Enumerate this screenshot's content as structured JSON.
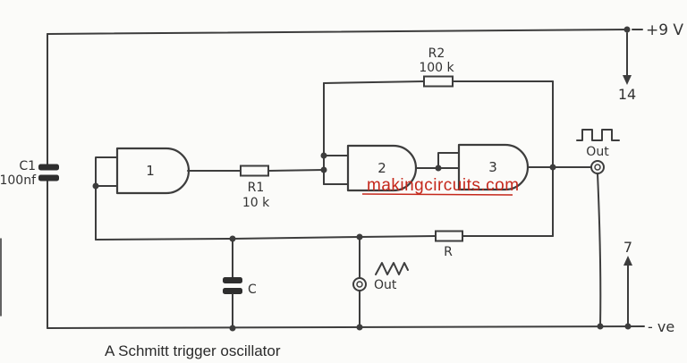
{
  "caption": "A Schmitt trigger oscillator",
  "watermark": "makingcircuits.com",
  "power": {
    "vcc_label": "+9 V",
    "vss_label": "- ve",
    "pin_top": "14",
    "pin_bottom": "7"
  },
  "gates": {
    "g1": "1",
    "g2": "2",
    "g3": "3"
  },
  "parts": {
    "c1_ref": "C1",
    "c1_val": "100nf",
    "r1_ref": "R1",
    "r1_val": "10 k",
    "r2_ref": "R2",
    "r2_val": "100 k",
    "r_ref": "R",
    "c_ref": "C"
  },
  "outputs": {
    "square_label": "Out",
    "triangle_label": "Out"
  },
  "colors": {
    "line": "#3d3d3d",
    "background": "#fbfbf9",
    "watermark_red": "#c5281c",
    "caption_text": "#2b2b2b"
  }
}
